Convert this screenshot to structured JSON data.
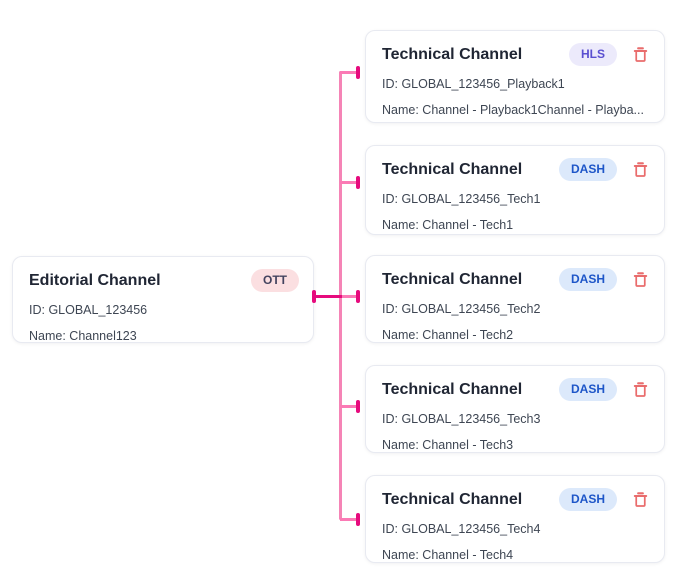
{
  "diagram": {
    "editorial_channel": {
      "title": "Editorial Channel",
      "badge": "OTT",
      "id": "ID: GLOBAL_123456",
      "name": "Name: Channel123"
    },
    "technical_channels": [
      {
        "title": "Technical Channel",
        "badge": "HLS",
        "id": "ID: GLOBAL_123456_Playback1",
        "name": "Name: Channel - Playback1Channel - Playba..."
      },
      {
        "title": "Technical Channel",
        "badge": "DASH",
        "id": "ID: GLOBAL_123456_Tech1",
        "name": "Name: Channel - Tech1"
      },
      {
        "title": "Technical Channel",
        "badge": "DASH",
        "id": "ID: GLOBAL_123456_Tech2",
        "name": "Name: Channel - Tech2"
      },
      {
        "title": "Technical Channel",
        "badge": "DASH",
        "id": "ID: GLOBAL_123456_Tech3",
        "name": "Name: Channel - Tech3"
      },
      {
        "title": "Technical Channel",
        "badge": "DASH",
        "id": "ID: GLOBAL_123456_Tech4",
        "name": "Name: Channel - Tech4"
      }
    ],
    "icons": {
      "delete": "trash-icon"
    },
    "colors": {
      "connector_light": "#f584b6",
      "connector_dark": "#e60b7d",
      "trash_icon": "#e96c6c",
      "badge_hls_bg": "#eceafb",
      "badge_hls_text": "#5a4fd0",
      "badge_dash_bg": "#dce9fb",
      "badge_dash_text": "#1e56c8",
      "badge_ott_bg": "#fbdfe1",
      "badge_ott_text": "#43435f"
    }
  }
}
